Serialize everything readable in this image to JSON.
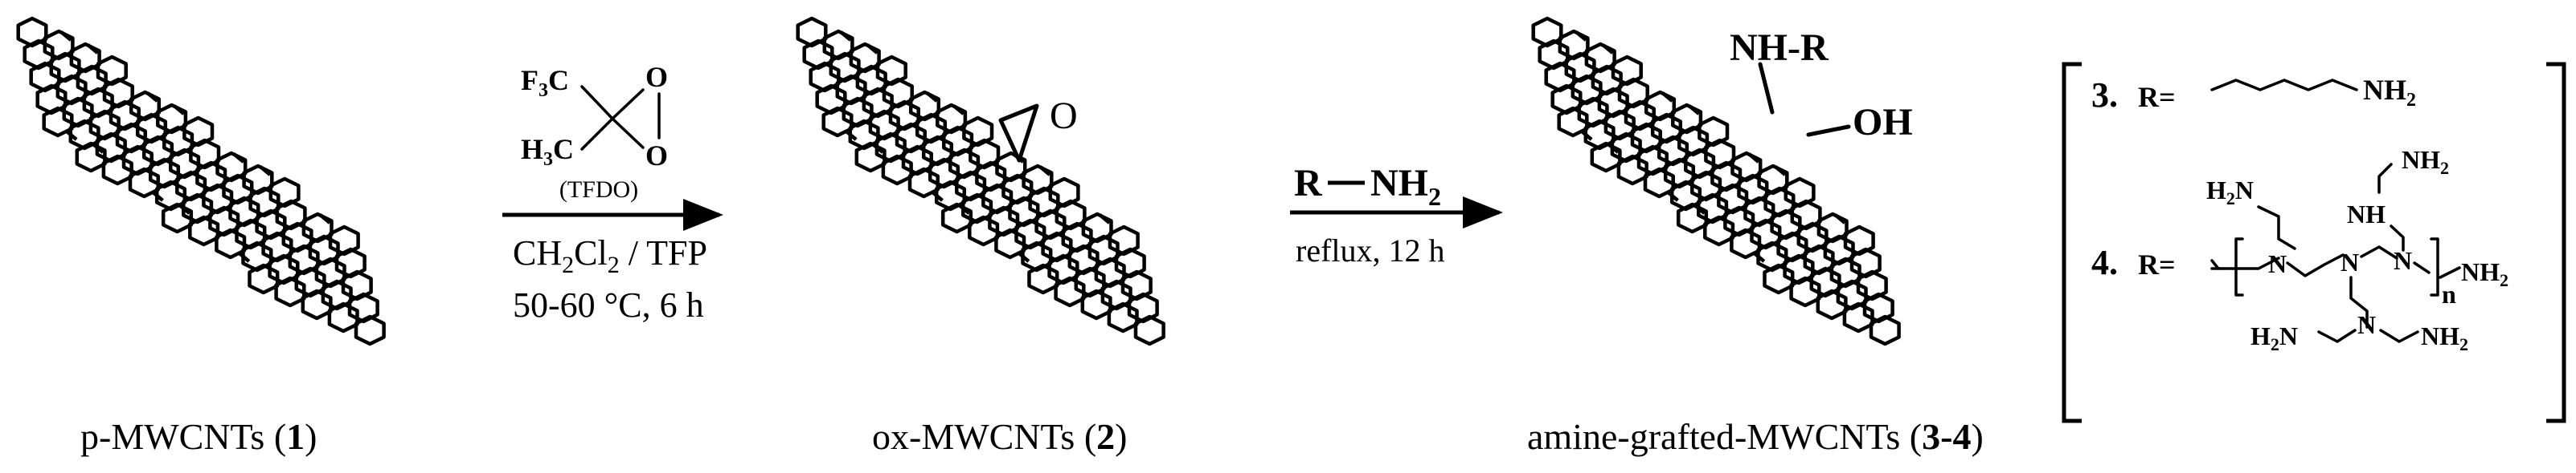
{
  "structures": {
    "p": {
      "name": "p-MWCNTs",
      "id": "1"
    },
    "ox": {
      "name": "ox-MWCNTs",
      "id": "2",
      "epoxide_atom": "O"
    },
    "amine": {
      "name": "amine-grafted-MWCNTs",
      "id": "3-4",
      "top_group": "NH-R",
      "side_group": "OH"
    }
  },
  "step1": {
    "reagent": {
      "atom_F": "F",
      "sub_3a": "3",
      "atom_C": "C",
      "atom_H": "H",
      "sub_3b": "3",
      "atom_Ca": "C",
      "atom_O1": "O",
      "atom_O2": "O"
    },
    "reagent_name": "(TFDO)",
    "solvent_main": "CH",
    "solvent_sub": "2",
    "solvent_cl": "Cl",
    "solvent_sub2": "2",
    "solvent_rest": " / TFP",
    "conditions": "50-60 °C, 6 h"
  },
  "step2": {
    "reagent_R": "R",
    "reagent_NH": "NH",
    "reagent_sub": "2",
    "conditions": "reflux, 12 h"
  },
  "r_groups": {
    "item3": {
      "number": "3.",
      "label": "R=",
      "end": "NH",
      "end_sub": "2"
    },
    "item4": {
      "number": "4.",
      "label": "R=",
      "n_label": "n",
      "N": "N",
      "NH2_text": "NH",
      "sub": "2",
      "H2N_text": "H",
      "H2N_sub": "2",
      "H2N_N": "N",
      "NH_text": "NH"
    }
  },
  "colors": {
    "ink": "#000000",
    "background": "#ffffff"
  }
}
